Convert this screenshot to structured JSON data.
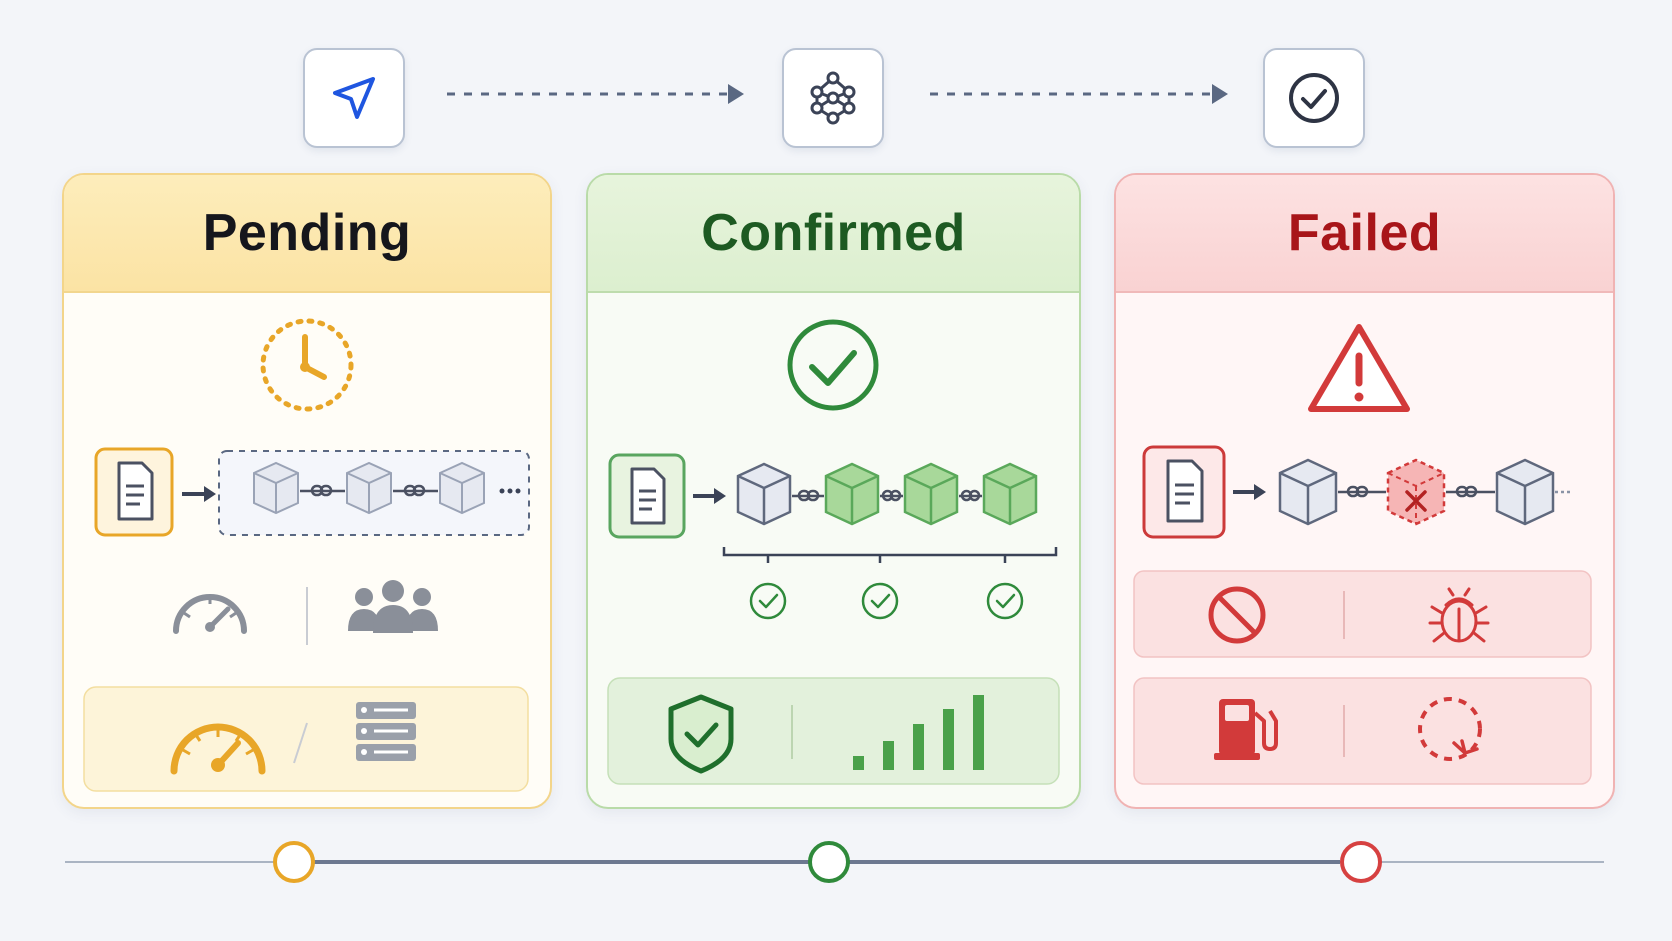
{
  "stages": [
    {
      "key": "pending",
      "title": "Pending",
      "color": "#e8a628",
      "top_icon": "send-arrow-icon",
      "icons": [
        "clock-icon",
        "document-icon",
        "block-chain-icon",
        "speedometer-icon",
        "users-icon",
        "gauge-icon",
        "server-stack-icon"
      ]
    },
    {
      "key": "confirmed",
      "title": "Confirmed",
      "color": "#2f8a3b",
      "top_icon": "network-nodes-icon",
      "icons": [
        "check-circle-icon",
        "document-icon",
        "block-chain-icon",
        "confirmation-check-icon",
        "shield-check-icon",
        "bar-chart-icon"
      ]
    },
    {
      "key": "failed",
      "title": "Failed",
      "color": "#d64141",
      "top_icon": "check-circle-icon",
      "icons": [
        "warning-triangle-icon",
        "document-icon",
        "broken-block-icon",
        "prohibited-icon",
        "bug-icon",
        "fuel-pump-icon",
        "retry-icon"
      ]
    }
  ],
  "colors": {
    "pending": "#e8a628",
    "confirmed": "#2f8a3b",
    "failed": "#d64141",
    "neutral": "#5a6882",
    "background": "#f3f5f9"
  }
}
